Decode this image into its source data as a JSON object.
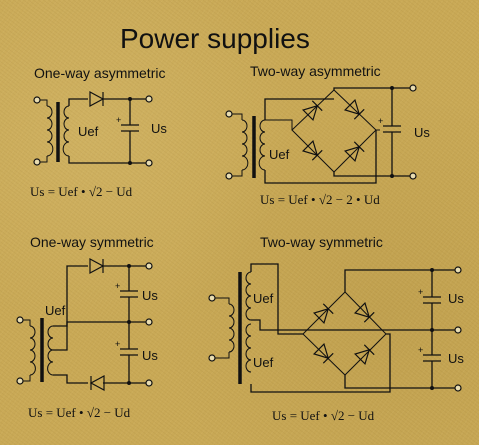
{
  "title": "Power supplies",
  "circuits": [
    {
      "caption": "One-way asymmetric",
      "transformer_label": "Uef",
      "output_label": "Us",
      "formula": "Us = Uef • √2 − Ud"
    },
    {
      "caption": "Two-way asymmetric",
      "transformer_label": "Uef",
      "output_label": "Us",
      "formula": "Us = Uef • √2 − 2 • Ud"
    },
    {
      "caption": "One-way symmetric",
      "transformer_label": "Uef",
      "output_labels": [
        "Us",
        "Us"
      ],
      "formula": "Us = Uef • √2 − Ud"
    },
    {
      "caption": "Two-way symmetric",
      "transformer_labels": [
        "Uef",
        "Uef"
      ],
      "output_labels": [
        "Us",
        "Us"
      ],
      "formula": "Us = Uef • √2 − Ud"
    }
  ]
}
